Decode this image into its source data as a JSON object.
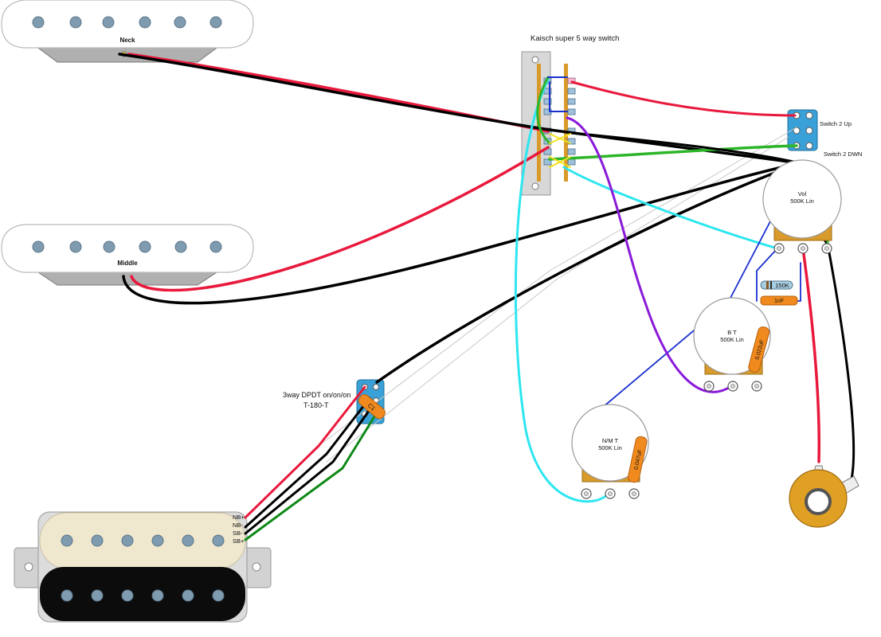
{
  "pickups": {
    "neck": {
      "label": "Neck"
    },
    "middle": {
      "label": "Middle"
    },
    "humbucker": {
      "terminals": [
        "NB+",
        "NB-",
        "SB-",
        "SB+"
      ]
    }
  },
  "switch5way": {
    "label": "Kaisch super 5 way switch"
  },
  "switch2": {
    "up_label": "Switch 2 Up",
    "down_label": "Switch 2 DWN"
  },
  "switch3way": {
    "line1": "3way DPDT on/on/on",
    "line2": "T-180-T",
    "cap": "C1"
  },
  "pots": {
    "vol": {
      "line1": "Vol",
      "line2": "500K Lin"
    },
    "bt": {
      "line1": "B T",
      "line2": "500K Lin",
      "cap": "0.022uF"
    },
    "nmt": {
      "line1": "N/M T",
      "line2": "500K Lin",
      "cap": "0.047uF"
    }
  },
  "treble_bleed": {
    "resistor": "150K",
    "cap": "1nF"
  },
  "colors": {
    "hot": "#e8193c",
    "ground": "#000000",
    "green": "#2db52a",
    "blue": "#1a2fd0",
    "cyan": "#2ee6f0",
    "purple": "#8a1ad8",
    "yellow": "#f2e21c",
    "cap_orange": "#f08a1e",
    "pot_body": "#d89a2a",
    "switch_blue": "#3aa1d8",
    "humbucker_cream": "#efe8cf"
  }
}
